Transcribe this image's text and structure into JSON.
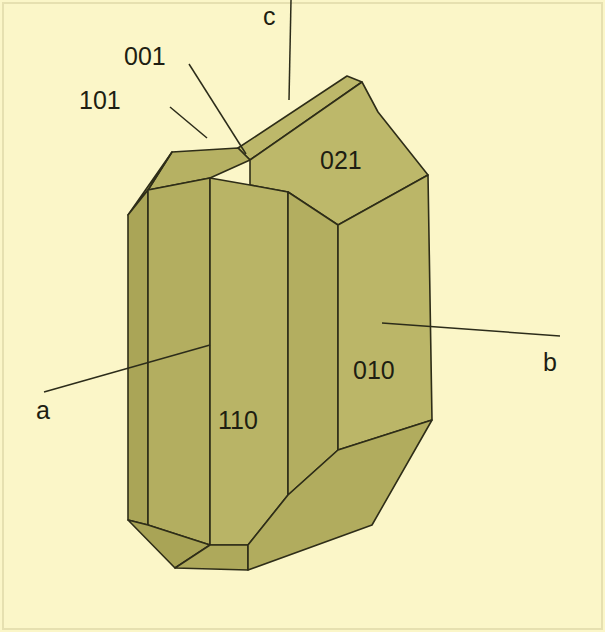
{
  "diagram": {
    "labels": [
      "c",
      "001",
      "101",
      "021",
      "110",
      "010",
      "a",
      "b"
    ]
  }
}
